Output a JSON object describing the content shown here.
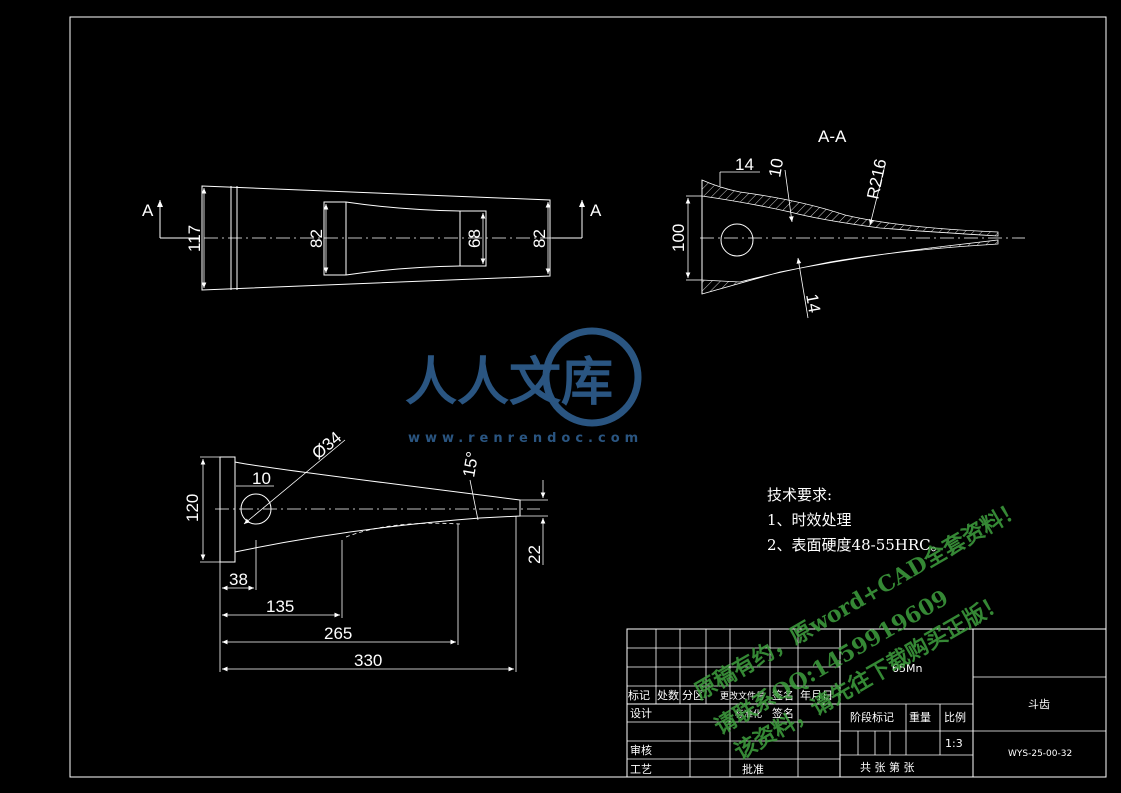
{
  "views": {
    "top": {
      "section_mark_left": "A",
      "section_mark_right": "A",
      "dims": {
        "d117": "117",
        "d82a": "82",
        "d68": "68",
        "d82b": "82"
      }
    },
    "section": {
      "title": "A-A",
      "dims": {
        "d14a": "14",
        "d10": "10",
        "r216": "R216",
        "d100": "100",
        "d14b": "14"
      }
    },
    "side": {
      "dims": {
        "phi34": "Ø34",
        "d10": "10",
        "a15": "15°",
        "d120": "120",
        "d22": "22",
        "d38": "38",
        "d135": "135",
        "d265": "265",
        "d330": "330"
      }
    }
  },
  "notes": {
    "heading": "技术要求:",
    "line1": "1、时效处理",
    "line2": "2、表面硬度48-55HRC。"
  },
  "title_block": {
    "material": "65Mn",
    "part_name": "斗齿",
    "drawing_no": "WYS-25-00-32",
    "scale": "1:3",
    "hdr_mark": "标记",
    "hdr_count": "处数",
    "hdr_zone": "分区",
    "hdr_docno": "更改文件号",
    "hdr_sign": "签名",
    "hdr_date": "年月日",
    "design": "设计",
    "std": "标准化",
    "sign2": "签名",
    "review": "审核",
    "process": "工艺",
    "approve": "批准",
    "stage": "阶段标记",
    "weight": "重量",
    "ratio": "比例",
    "sheets": "共    张  第    张"
  },
  "watermark": {
    "brand": "人人文库",
    "url": "www.renrendoc.com",
    "promo1": "原稿有约，原word+CAD全套资料！",
    "promo2": "请联系QQ:1459919609",
    "promo3": "该资料，请先往下载购买正版！"
  },
  "colors": {
    "background": "#000000",
    "lines": "#ffffff",
    "watermark_blue": "#2f5f8f",
    "watermark_green": "#3fa03f"
  }
}
